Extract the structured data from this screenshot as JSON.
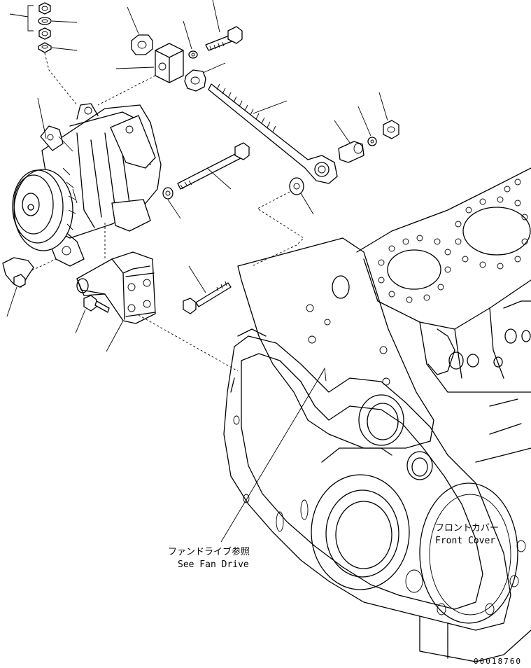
{
  "labels": {
    "fan_drive_jp": "ファンドライブ参照",
    "fan_drive_en": "See Fan Drive",
    "front_cover_jp": "フロントカバー",
    "front_cover_en": "Front Cover",
    "figure_number": "00018760"
  },
  "colors": {
    "line": "#000000",
    "background": "#ffffff"
  }
}
